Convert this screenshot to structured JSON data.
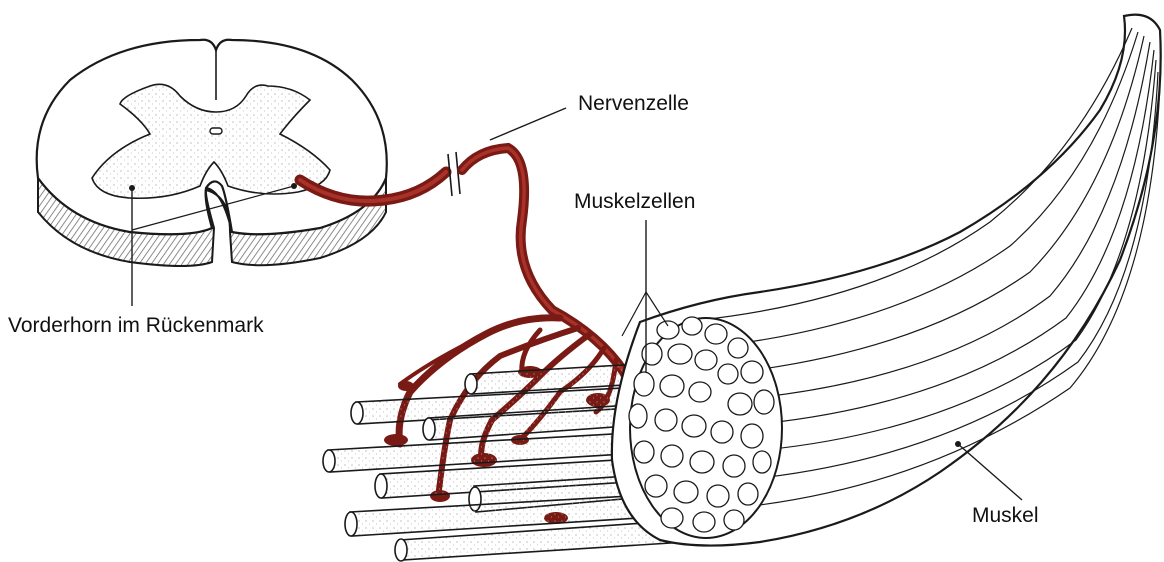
{
  "labels": {
    "nerve_cell": "Nervenzelle",
    "muscle_cells": "Muskelzellen",
    "anterior_horn": "Vorderhorn im Rückenmark",
    "muscle": "Muskel"
  },
  "colors": {
    "line": "#1a1a1a",
    "nerve": "#7a1a14",
    "nerve_light": "#a8322a",
    "shade": "#bdbdbd",
    "paper": "#ffffff"
  }
}
